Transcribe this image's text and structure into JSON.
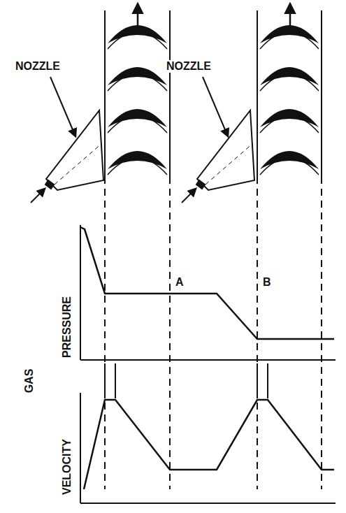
{
  "diagram": {
    "labels": [
      "NOZZLE",
      "NOZZLE",
      "A",
      "B",
      "PRESSURE",
      "GAS",
      "VELOCITY"
    ]
  }
}
